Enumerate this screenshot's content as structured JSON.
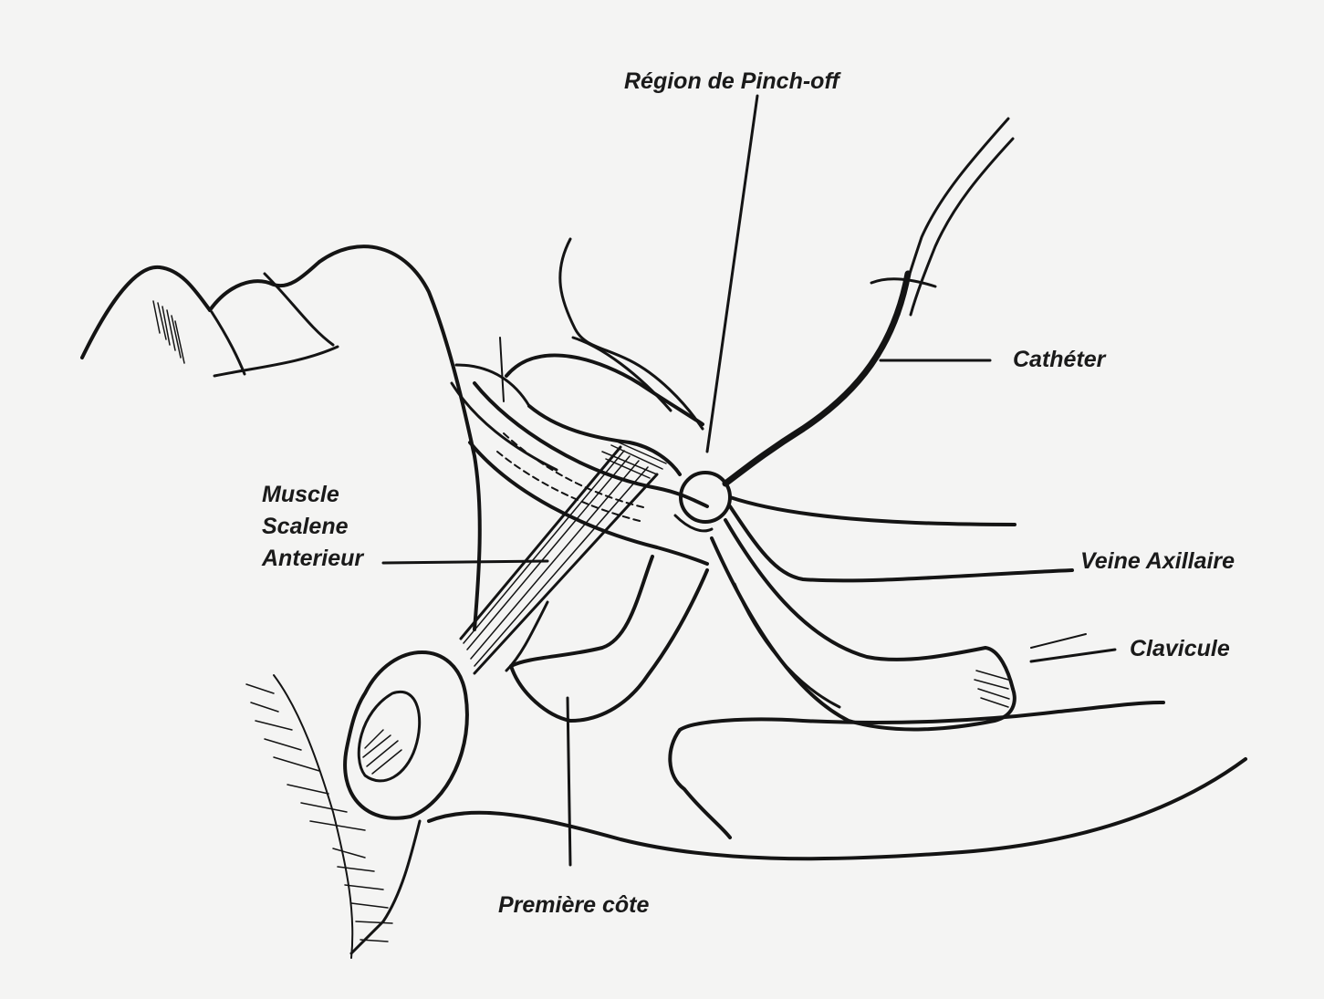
{
  "figure": {
    "labels": {
      "pinch_off": "Région de Pinch-off",
      "catheter": "Cathéter",
      "muscle": [
        "Muscle",
        "Scalene",
        "Anterieur"
      ],
      "veine": "Veine Axillaire",
      "clavicule": "Clavicule",
      "premiere_cote": "Première côte"
    },
    "colors": {
      "paper": "#f4f4f3",
      "ink": "#141414"
    }
  }
}
